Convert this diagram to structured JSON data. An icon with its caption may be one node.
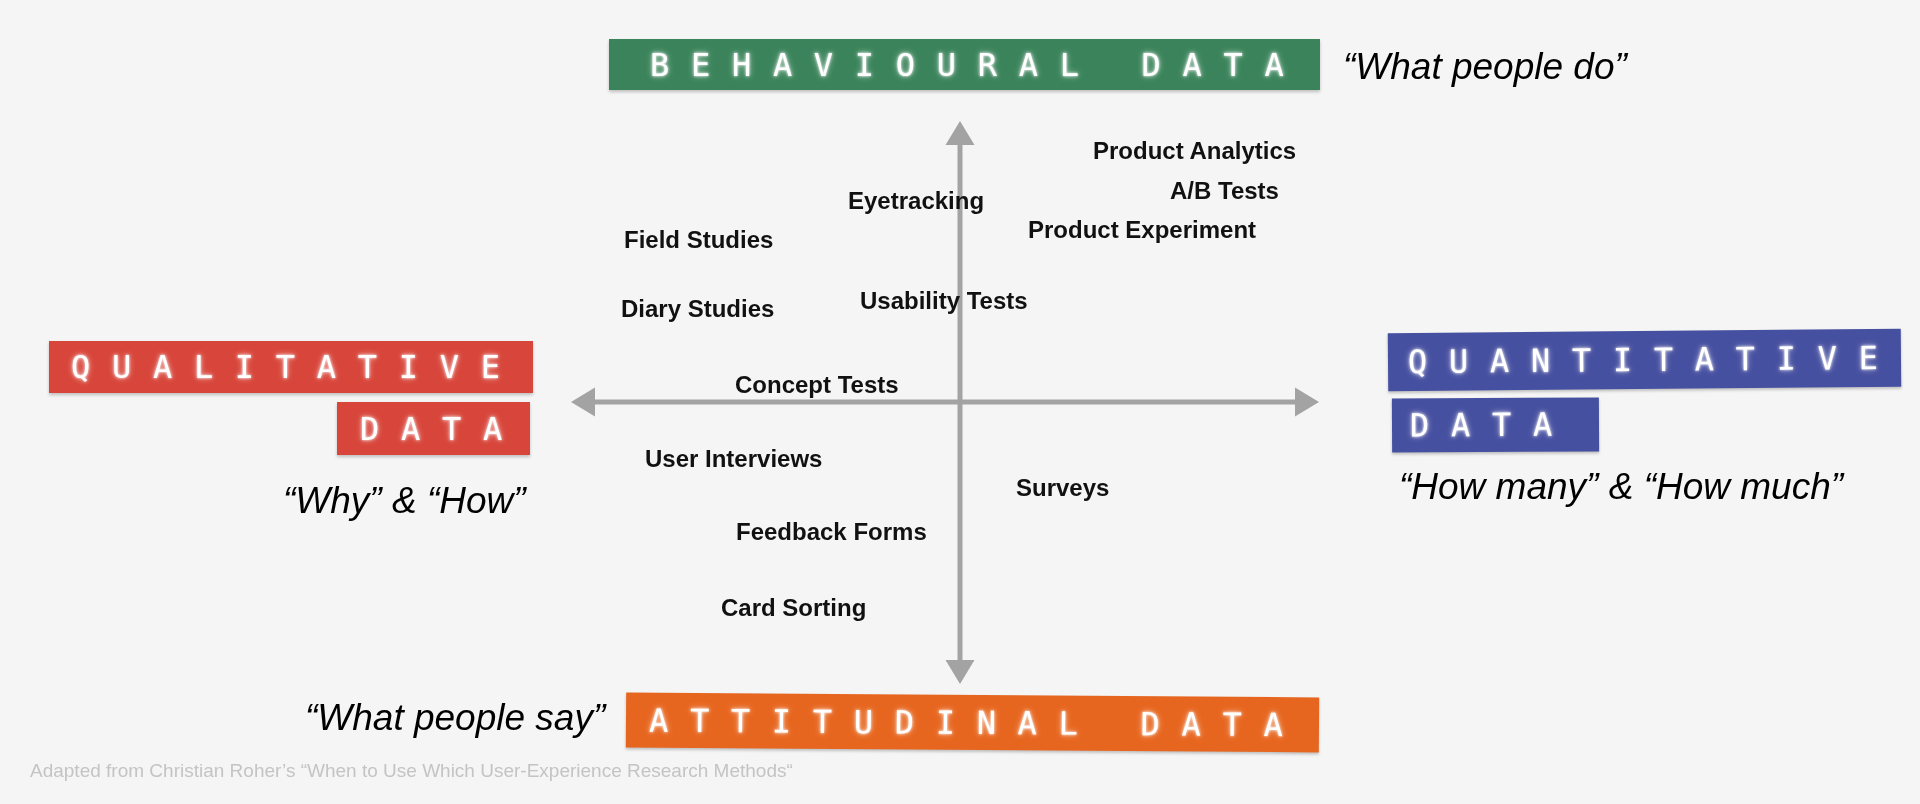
{
  "diagram": {
    "caption": "Adapted from Christian Roher’s “When to Use Which User-Experience Research Methods“",
    "nodes": [
      {
        "text": [
          "BEHAVIOURAL DATA"
        ],
        "beside": [
          "“What people do”"
        ]
      },
      {
        "text": [
          "QUALITATIVE"
        ]
      },
      {
        "text": [
          "DATA"
        ],
        "beside": [
          "“Why” & “How”"
        ]
      },
      {
        "text": [
          "QUANTITATIVE"
        ]
      },
      {
        "text": [
          "DATA"
        ],
        "beside": [
          "“How many” & “How much”"
        ]
      },
      {
        "text": [
          "ATTITUDINAL DATA"
        ],
        "beside": [
          "“What people say”"
        ]
      }
    ],
    "labels": [
      "Product Analytics",
      "A/B Tests",
      "Eyetracking",
      "Product Experiment",
      "Field Studies",
      "Usability Tests",
      "Diary Studies",
      "Concept Tests",
      "User Interviews",
      "Surveys",
      "Feedback Forms",
      "Card Sorting"
    ]
  }
}
